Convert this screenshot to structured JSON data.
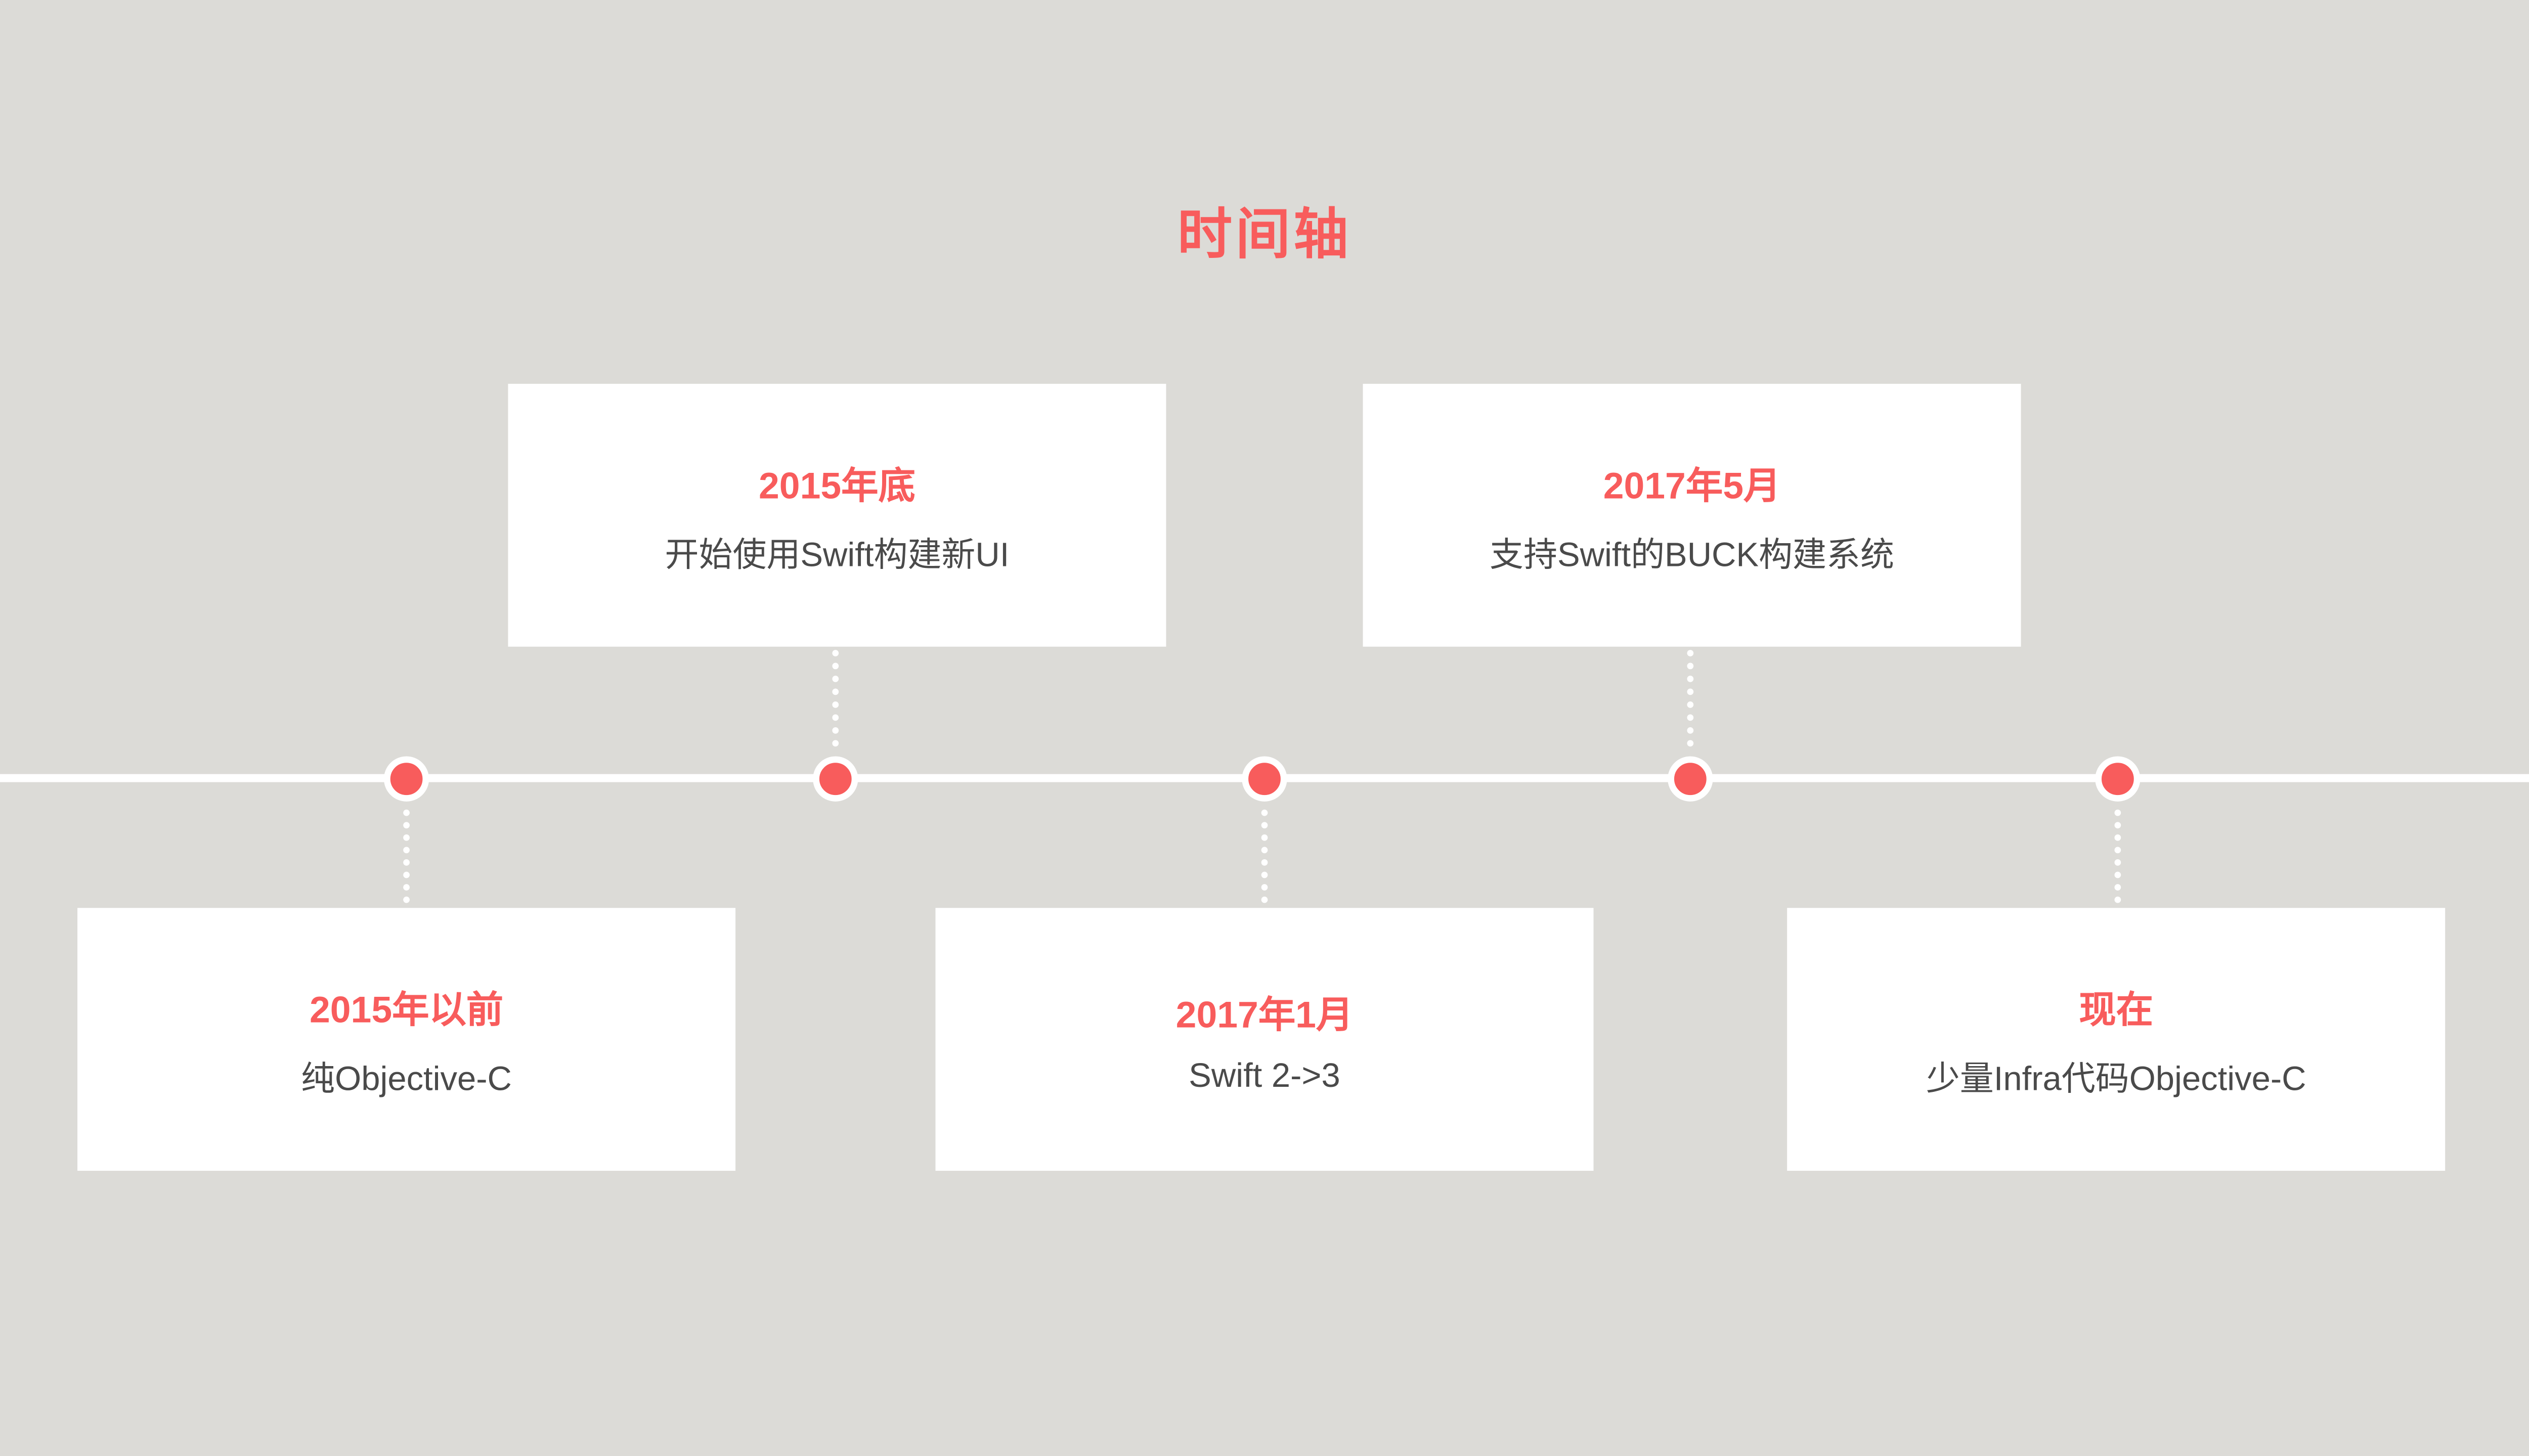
{
  "title": "时间轴",
  "colors": {
    "accent": "#f85c5c",
    "background": "#dcdbd7",
    "card": "#ffffff",
    "text": "#4a4a4a",
    "line": "#ffffff"
  },
  "events": [
    {
      "date": "2015年以前",
      "description": "纯Objective-C",
      "position": "below"
    },
    {
      "date": "2015年底",
      "description": "开始使用Swift构建新UI",
      "position": "above"
    },
    {
      "date": "2017年1月",
      "description": "Swift 2->3",
      "position": "below"
    },
    {
      "date": "2017年5月",
      "description": "支持Swift的BUCK构建系统",
      "position": "above"
    },
    {
      "date": "现在",
      "description": "少量Infra代码Objective-C",
      "position": "below"
    }
  ]
}
